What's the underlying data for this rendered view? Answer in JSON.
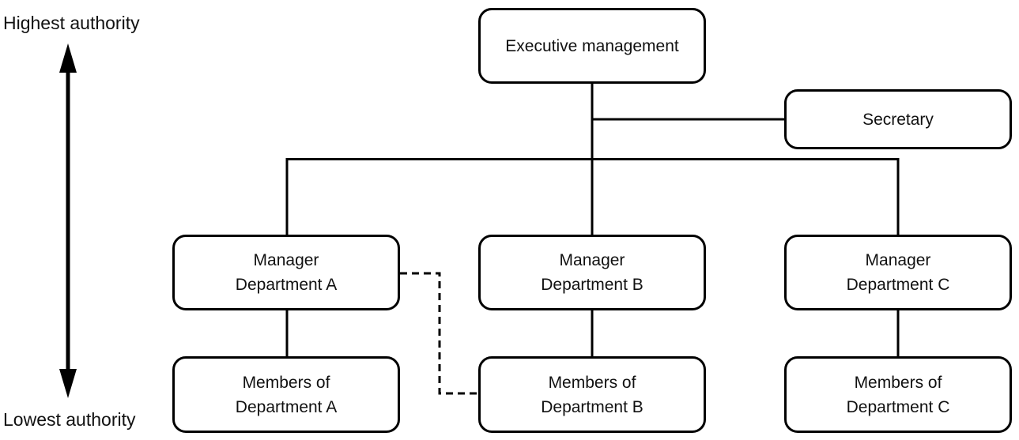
{
  "axis": {
    "top_label": "Highest authority",
    "bottom_label": "Lowest authority"
  },
  "nodes": {
    "executive": {
      "label": "Executive management"
    },
    "secretary": {
      "label": "Secretary"
    },
    "manager_a": {
      "line1": "Manager",
      "line2": "Department A"
    },
    "manager_b": {
      "line1": "Manager",
      "line2": "Department B"
    },
    "manager_c": {
      "line1": "Manager",
      "line2": "Department C"
    },
    "members_a": {
      "line1": "Members of",
      "line2": "Department A"
    },
    "members_b": {
      "line1": "Members of",
      "line2": "Department B"
    },
    "members_c": {
      "line1": "Members of",
      "line2": "Department C"
    }
  },
  "colors": {
    "line": "#000000",
    "box_border": "#000000",
    "box_fill": "#ffffff",
    "background": "#ffffff",
    "text": "#111111"
  }
}
